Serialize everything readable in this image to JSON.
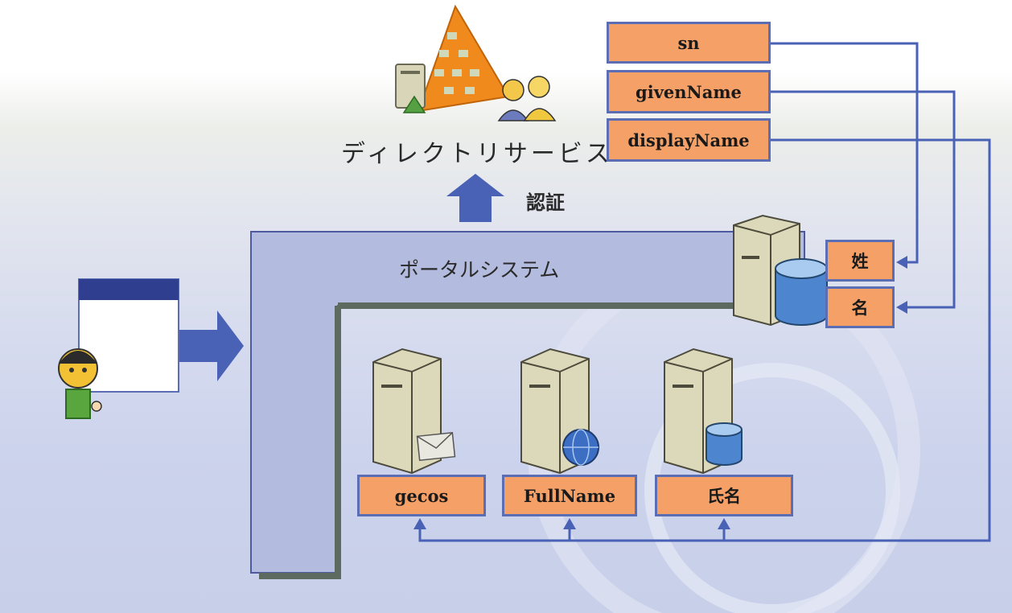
{
  "directory": {
    "label": "ディレクトリサービス"
  },
  "auth": {
    "label": "認証"
  },
  "portal": {
    "label": "ポータルシステム"
  },
  "directory_attrs": [
    "sn",
    "givenName",
    "displayName"
  ],
  "portal_attrs": [
    "姓",
    "名"
  ],
  "backend_attrs": [
    "gecos",
    "FullName",
    "氏名"
  ],
  "colors": {
    "attr_fill": "#f5a067",
    "frame": "#5b6db3",
    "connector": "#4a62b5",
    "panel": "#b3bbdf"
  }
}
